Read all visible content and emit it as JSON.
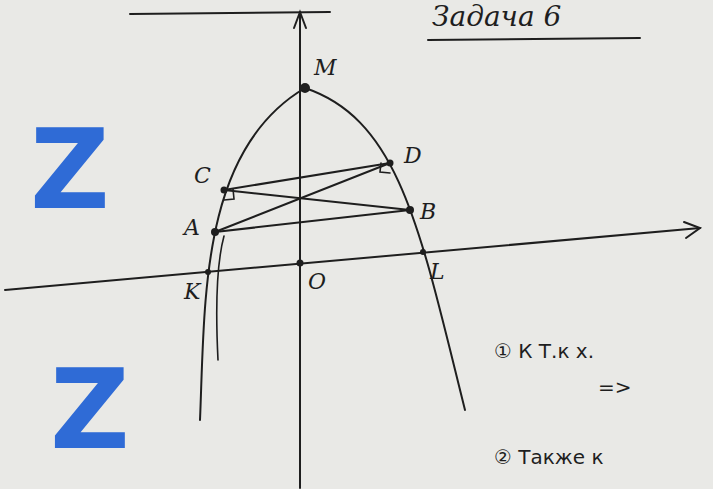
{
  "diagram": {
    "title": "Задача 6",
    "labels": [
      "M",
      "C",
      "D",
      "A",
      "B",
      "K",
      "O",
      "L",
      "① К Т.к х.",
      "=>",
      "② Также к",
      "Z",
      "Z"
    ]
  }
}
